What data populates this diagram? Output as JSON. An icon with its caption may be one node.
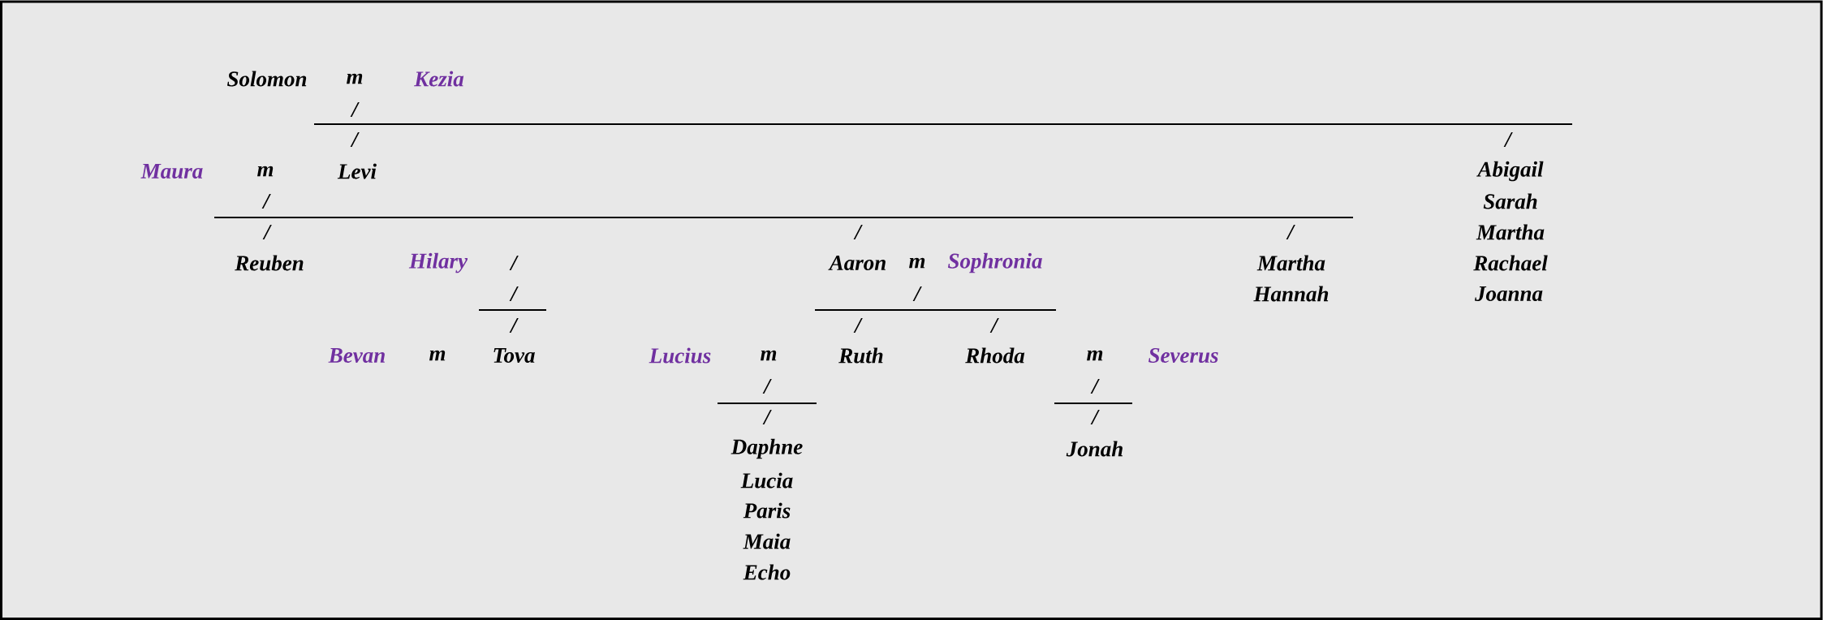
{
  "diagram": {
    "labels": [
      "Solomon",
      "m",
      "Kezia",
      "/",
      "/",
      "/",
      "Maura",
      "m",
      "Levi",
      "Abigail",
      "/",
      "Sarah",
      "/",
      "/",
      "/",
      "Martha",
      "Reuben",
      "Hilary",
      "/",
      "Aaron",
      "m",
      "Sophronia",
      "Martha",
      "Rachael",
      "/",
      "/",
      "Hannah",
      "Joanna",
      "/",
      "/",
      "/",
      "Bevan",
      "m",
      "Tova",
      "Lucius",
      "m",
      "Ruth",
      "Rhoda",
      "m",
      "Severus",
      "/",
      "/",
      "/",
      "/",
      "Daphne",
      "Jonah",
      "Lucia",
      "Paris",
      "Maia",
      "Echo"
    ]
  }
}
